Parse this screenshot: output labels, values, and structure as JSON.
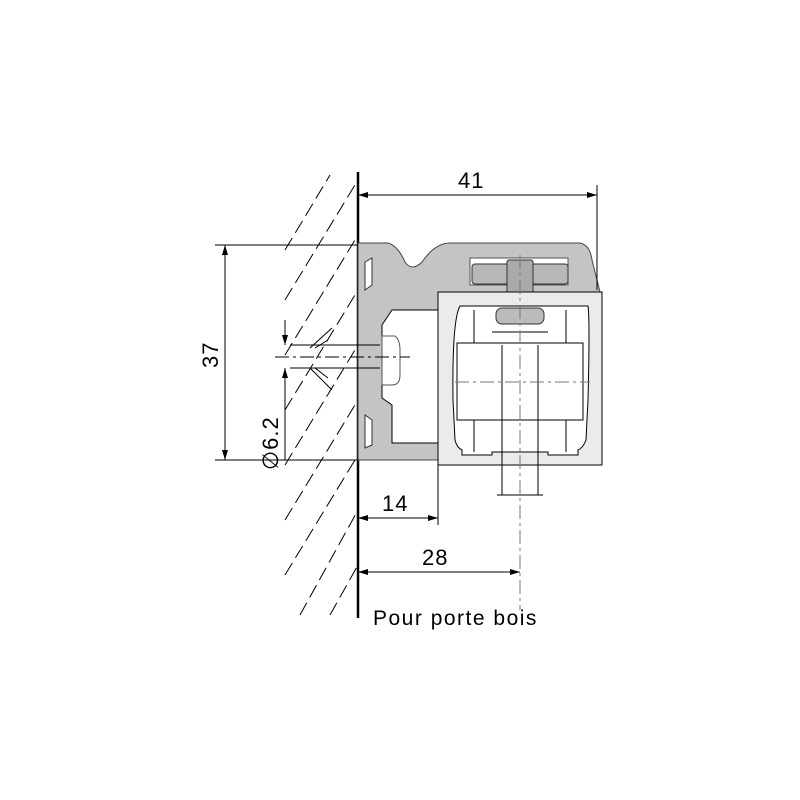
{
  "dimensions": {
    "width_total": "41",
    "height_total": "37",
    "hole_diameter": "∅6.2",
    "offset_carriage": "14",
    "offset_centerline": "28"
  },
  "caption": "Pour porte bois",
  "colors": {
    "profile": "#c4c4c4",
    "carriage": "#ebebeb",
    "line": "#000000"
  }
}
